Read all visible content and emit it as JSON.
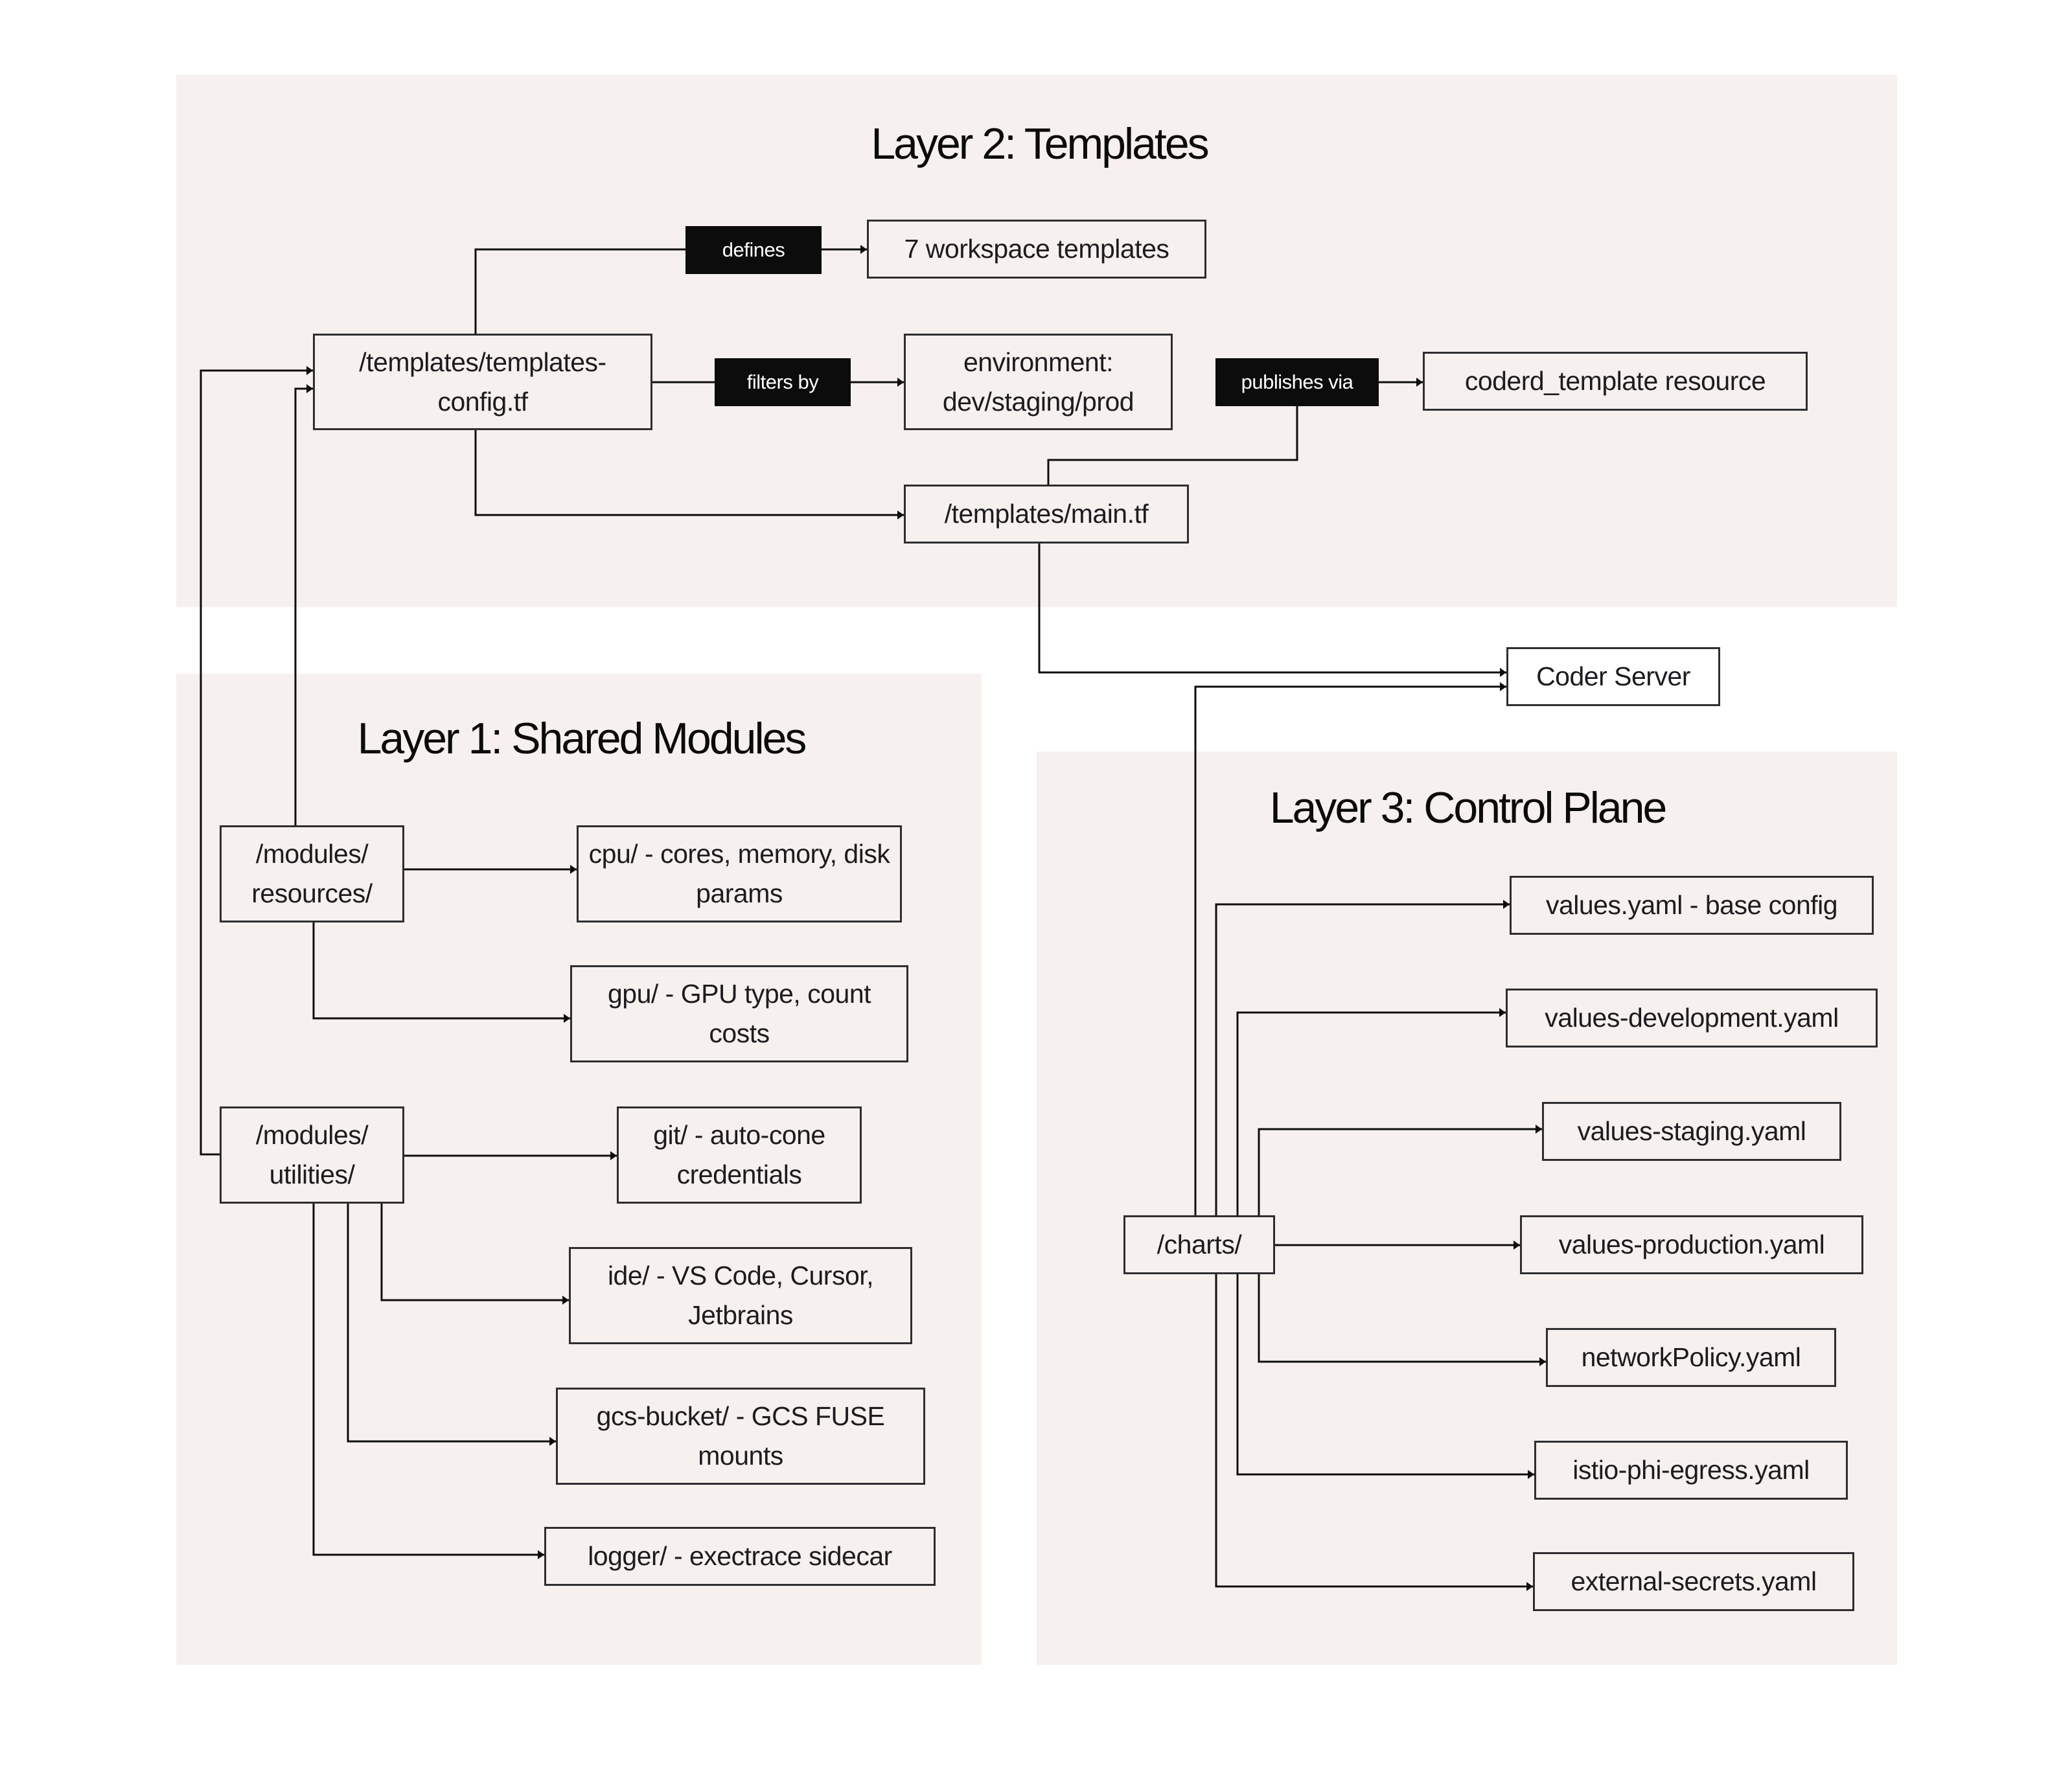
{
  "diagram": {
    "layers": [
      {
        "id": "layer2",
        "title": "Layer 2: Templates"
      },
      {
        "id": "layer1",
        "title": "Layer 1: Shared Modules"
      },
      {
        "id": "layer3",
        "title": "Layer 3: Control Plane"
      }
    ],
    "nodes": {
      "templates_config": "/templates/templates-config.tf",
      "workspace_templates": "7 workspace templates",
      "environment": "environment: dev/staging/prod",
      "coderd_template": "coderd_template resource",
      "templates_main": "/templates/main.tf",
      "coder_server": "Coder Server",
      "modules_resources": "/modules/ resources/",
      "cpu": "cpu/ - cores, memory, disk params",
      "gpu": "gpu/ - GPU type, count costs",
      "modules_utilities": "/modules/ utilities/",
      "git": "git/ - auto-cone credentials",
      "ide": "ide/ - VS Code, Cursor, Jetbrains",
      "gcs_bucket": "gcs-bucket/ - GCS FUSE mounts",
      "logger": "logger/ - exectrace sidecar",
      "charts": "/charts/",
      "values_base": "values.yaml - base config",
      "values_development": "values-development.yaml",
      "values_staging": "values-staging.yaml",
      "values_production": "values-production.yaml",
      "network_policy": "networkPolicy.yaml",
      "istio_phi_egress": "istio-phi-egress.yaml",
      "external_secrets": "external-secrets.yaml"
    },
    "edge_labels": {
      "defines": "defines",
      "filters_by": "filters by",
      "publishes_via": "publishes via"
    },
    "edges": [
      {
        "from": "templates_config",
        "to": "workspace_templates",
        "label": "defines"
      },
      {
        "from": "templates_config",
        "to": "environment",
        "label": "filters by"
      },
      {
        "from": "templates_config",
        "to": "templates_main"
      },
      {
        "from": "templates_main",
        "to": "coderd_template",
        "label": "publishes via"
      },
      {
        "from": "templates_main",
        "to": "coder_server"
      },
      {
        "from": "modules_resources",
        "to": "templates_config"
      },
      {
        "from": "modules_utilities",
        "to": "templates_config"
      },
      {
        "from": "modules_resources",
        "to": "cpu"
      },
      {
        "from": "modules_resources",
        "to": "gpu"
      },
      {
        "from": "modules_utilities",
        "to": "git"
      },
      {
        "from": "modules_utilities",
        "to": "ide"
      },
      {
        "from": "modules_utilities",
        "to": "gcs_bucket"
      },
      {
        "from": "modules_utilities",
        "to": "logger"
      },
      {
        "from": "charts",
        "to": "coder_server"
      },
      {
        "from": "charts",
        "to": "values_base"
      },
      {
        "from": "charts",
        "to": "values_development"
      },
      {
        "from": "charts",
        "to": "values_staging"
      },
      {
        "from": "charts",
        "to": "values_production"
      },
      {
        "from": "charts",
        "to": "network_policy"
      },
      {
        "from": "charts",
        "to": "istio_phi_egress"
      },
      {
        "from": "charts",
        "to": "external_secrets"
      }
    ],
    "colors": {
      "panel_bg": "#f6f1ee",
      "label_bg": "#0b0c0b",
      "label_text": "#ffffff",
      "node_border": "#2e2d31",
      "line": "#0d0d0d"
    }
  }
}
